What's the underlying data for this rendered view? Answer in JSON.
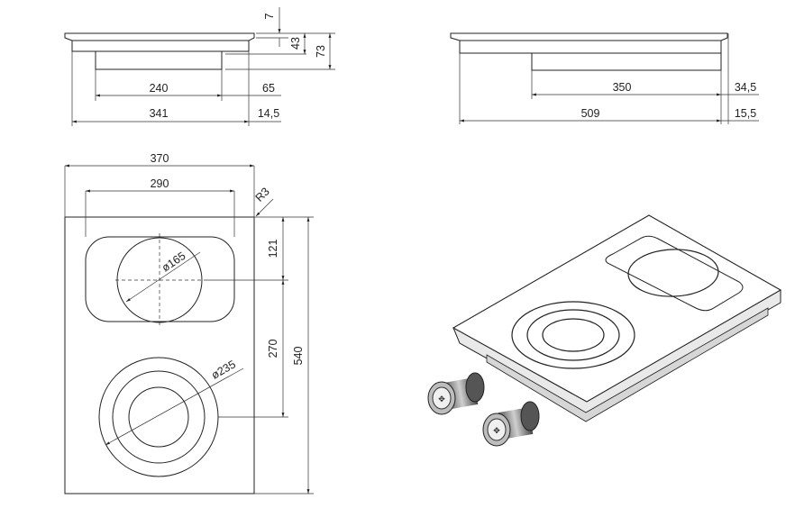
{
  "side_view_left": {
    "dims": {
      "thickness": "7",
      "body_height": "43",
      "total_height": "73",
      "cutout_width": "240",
      "cutout_offset": "65",
      "overall_width": "341",
      "edge_offset": "14,5"
    }
  },
  "side_view_right": {
    "dims": {
      "cutout_width": "350",
      "cutout_offset": "34,5",
      "overall_width": "509",
      "edge_offset": "15,5"
    }
  },
  "top_view": {
    "dims": {
      "overall_width": "370",
      "zone_width": "290",
      "corner_radius": "R3",
      "small_burner_diameter": "ø165",
      "large_burner_diameter": "ø235",
      "front_to_small_center": "121",
      "center_distance": "270",
      "overall_depth": "540"
    }
  },
  "render_view": {
    "knobs": [
      {
        "id": "knob-1"
      },
      {
        "id": "knob-2"
      }
    ]
  }
}
